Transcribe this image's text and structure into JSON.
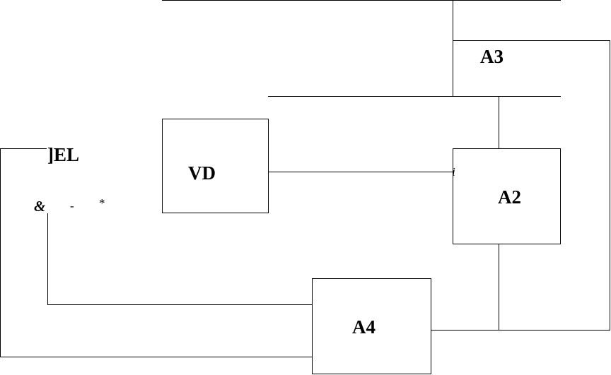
{
  "diagram": {
    "side_label": "]EL",
    "glyphs": {
      "ampersand": "&",
      "dash": "-",
      "star": "*",
      "port_i": "i"
    },
    "blocks": {
      "vd": "VD",
      "a2": "A2",
      "a3": "A3",
      "a4": "A4"
    }
  }
}
